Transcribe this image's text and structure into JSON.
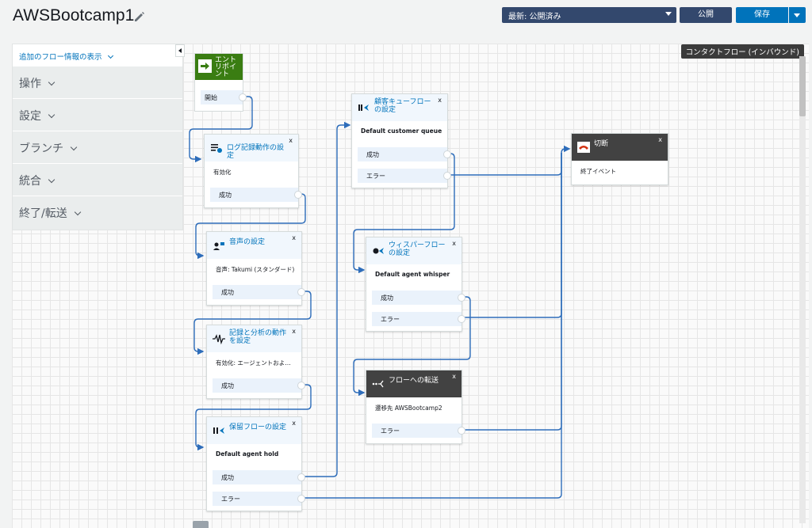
{
  "header": {
    "flow_name": "AWSBootcamp1",
    "version_select": "最新: 公開済み",
    "publish_label": "公開",
    "save_label": "保存"
  },
  "canvas": {
    "flow_type_label": "コンタクトフロー (インバウンド)"
  },
  "side_panel": {
    "more_info_label": "追加のフロー情報の表示",
    "sections": [
      "操作",
      "設定",
      "ブランチ",
      "統合",
      "終了/転送"
    ]
  },
  "blocks": {
    "entry": {
      "title": "エントリポイント",
      "branch": "開始"
    },
    "logging": {
      "title": "ログ記録動作の設定",
      "desc": "有効化",
      "success": "成功"
    },
    "voice": {
      "title": "音声の設定",
      "desc": "音声: Takumi (スタンダード)",
      "success": "成功"
    },
    "recording": {
      "title": "記録と分析の動作を設定",
      "desc": "有効化: エージェントおよ…",
      "success": "成功"
    },
    "hold": {
      "title": "保留フローの設定",
      "desc": "Default agent hold",
      "success": "成功",
      "error": "エラー"
    },
    "queue": {
      "title": "顧客キューフローの設定",
      "desc": "Default customer queue",
      "success": "成功",
      "error": "エラー"
    },
    "whisper": {
      "title": "ウィスパーフローの設定",
      "desc": "Default agent whisper",
      "success": "成功",
      "error": "エラー"
    },
    "transfer": {
      "title": "フローへの転送",
      "desc": "遷移先 AWSBootcamp2",
      "error": "エラー"
    },
    "disconnect": {
      "title": "切断",
      "desc": "終了イベント"
    }
  },
  "colors": {
    "header_button": "#33486d",
    "save_button": "#0073bb",
    "entry_green": "#3a7d12",
    "wire": "#2e6dba",
    "dark_header": "#424242"
  }
}
